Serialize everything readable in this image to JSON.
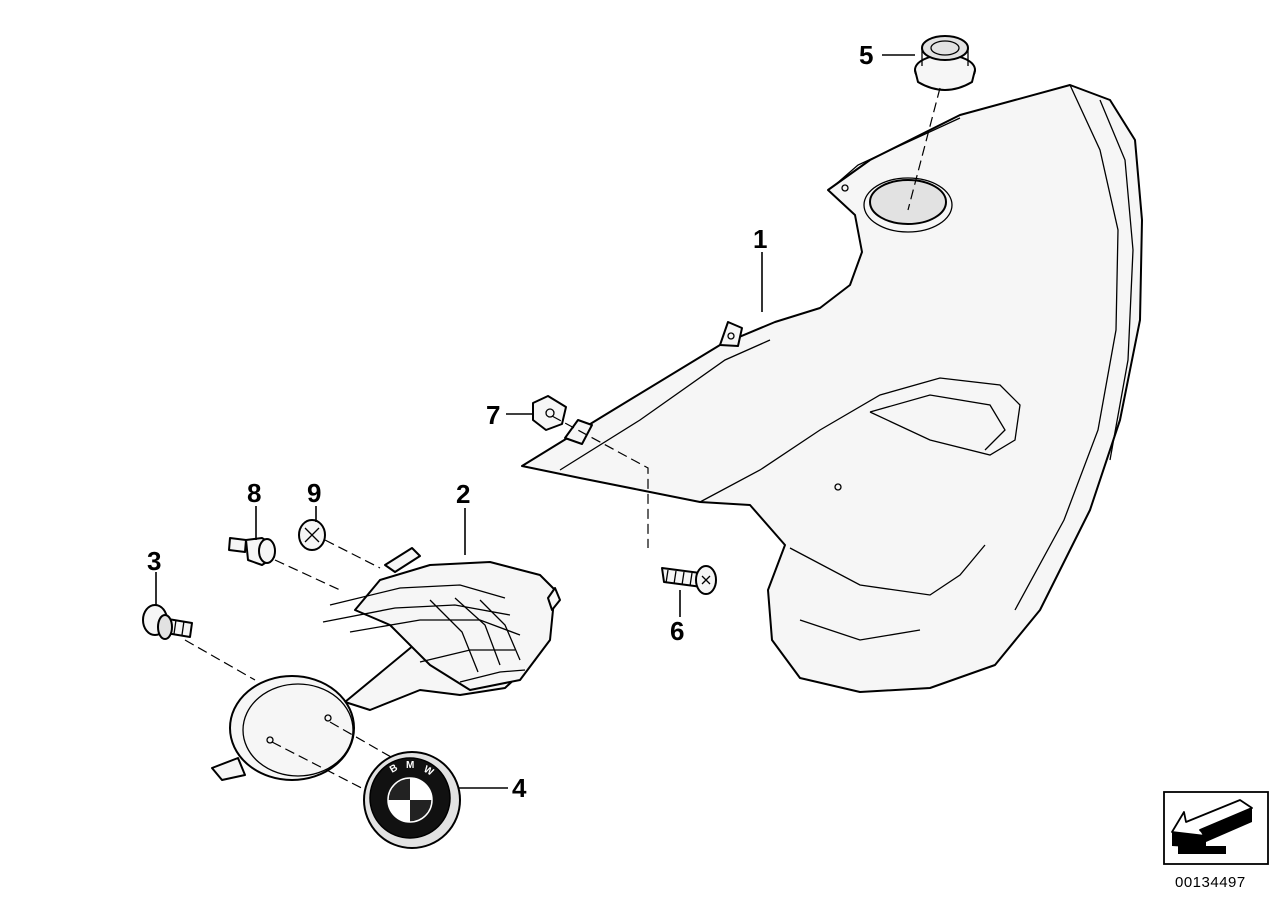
{
  "callouts": [
    {
      "id": "1",
      "label": "1"
    },
    {
      "id": "2",
      "label": "2"
    },
    {
      "id": "3",
      "label": "3"
    },
    {
      "id": "4",
      "label": "4"
    },
    {
      "id": "5",
      "label": "5"
    },
    {
      "id": "6",
      "label": "6"
    },
    {
      "id": "7",
      "label": "7"
    },
    {
      "id": "8",
      "label": "8"
    },
    {
      "id": "9",
      "label": "9"
    }
  ],
  "emblem": {
    "letters": [
      "B",
      "M",
      "W"
    ]
  },
  "reference_number": "00134497",
  "icons": {
    "orientation": "direction-arrow-icon"
  }
}
